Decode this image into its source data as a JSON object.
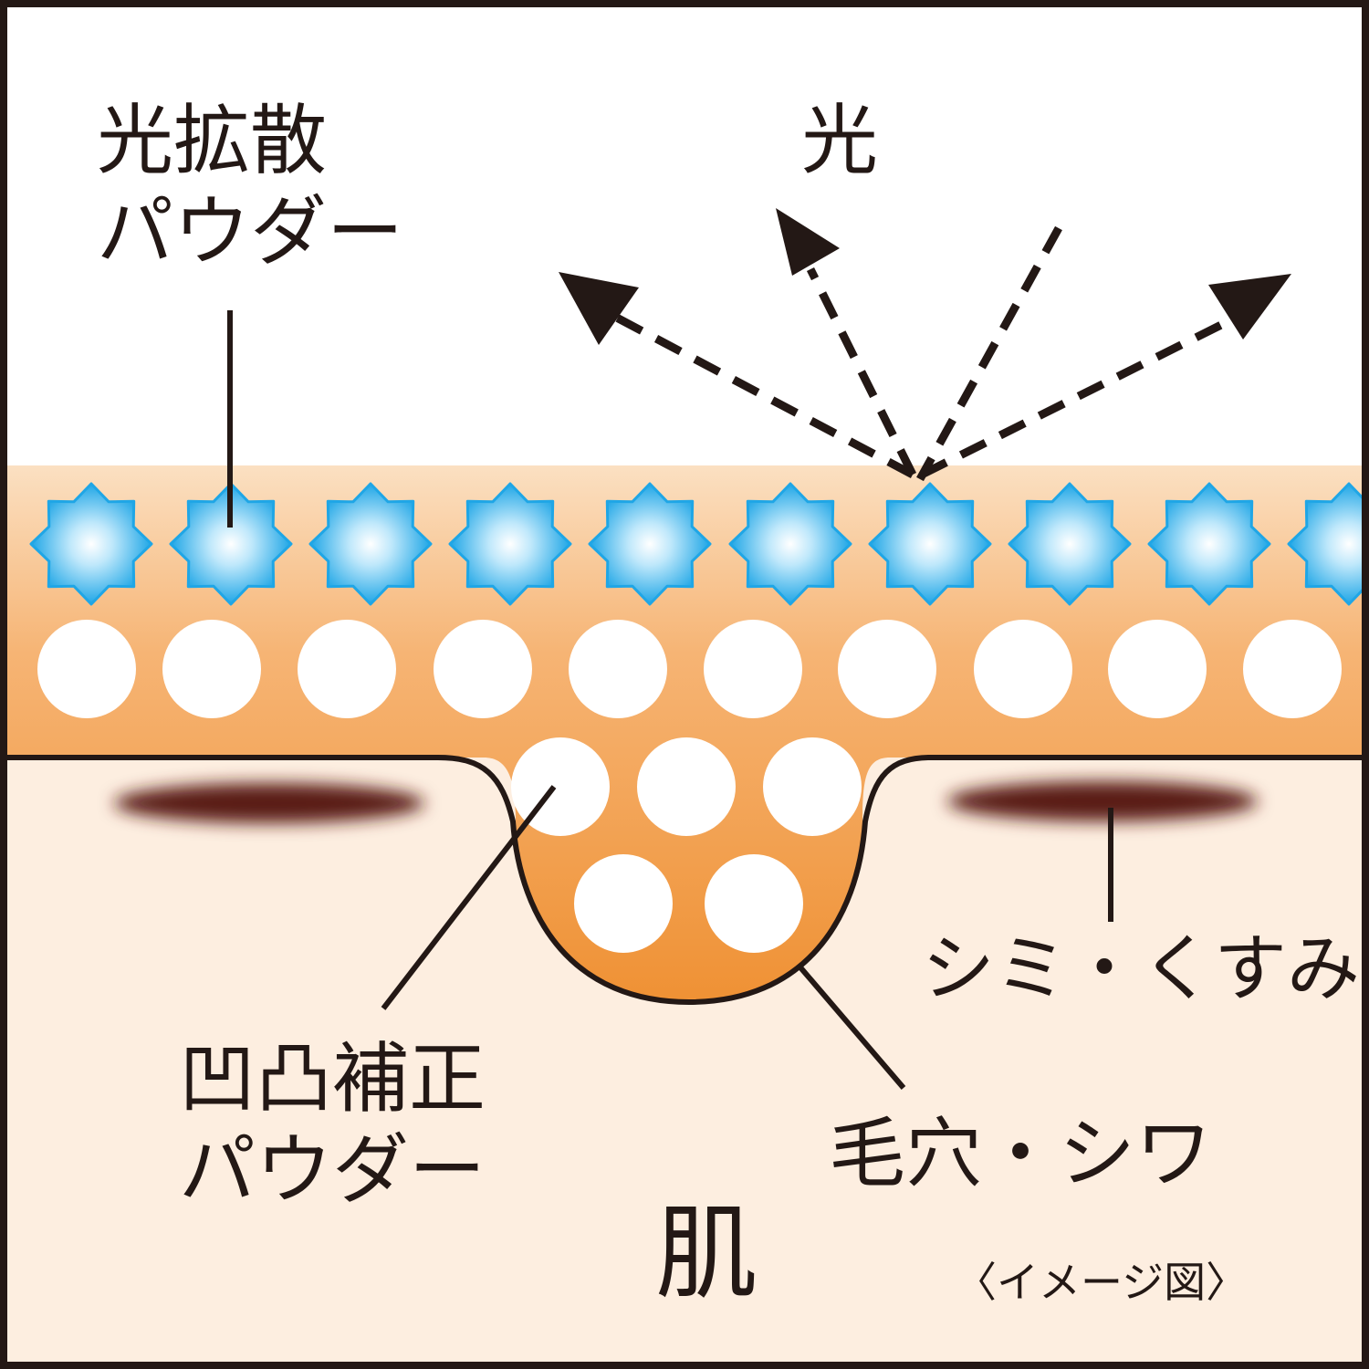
{
  "labels": {
    "light_diffusion_powder_1": "光拡散",
    "light_diffusion_powder_2": "パウダー",
    "light": "光",
    "spots_dullness": "シミ・くすみ",
    "unevenness_powder_1": "凹凸補正",
    "unevenness_powder_2": "パウダー",
    "pores_wrinkles": "毛穴・シワ",
    "skin": "肌",
    "image_note": "〈イメージ図〉"
  },
  "colors": {
    "border": "#231815",
    "orange_layer": "#f0963c",
    "orange_light": "#fbe3c8",
    "skin": "#fdeee0",
    "blue_particle": "#1fa9e8",
    "spot": "#5a1e14",
    "white_particle": "#ffffff"
  },
  "icons": [
    "blue-star-particle",
    "white-round-particle",
    "dashed-light-arrow"
  ]
}
